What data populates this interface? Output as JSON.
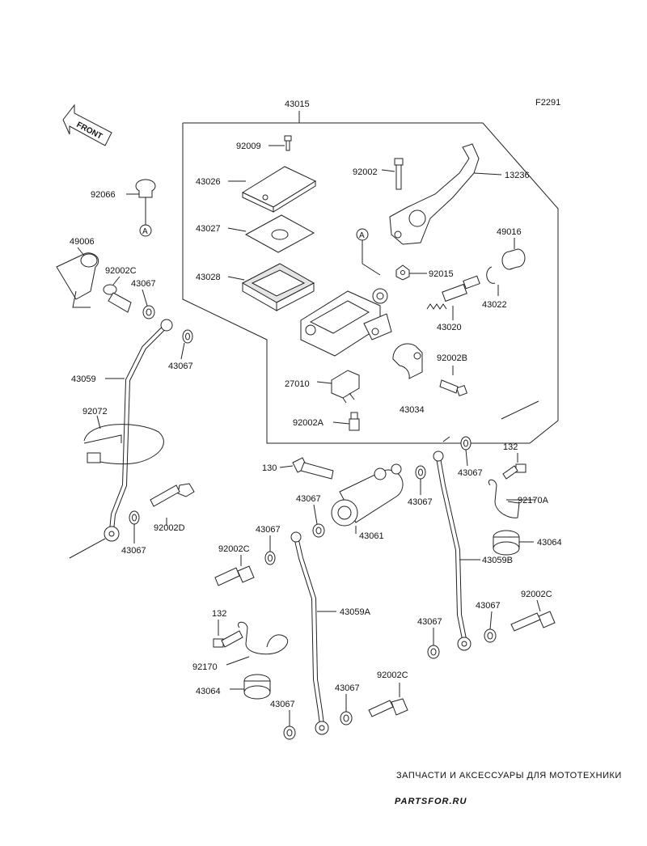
{
  "figure_code": "F2291",
  "front_label": "FRONT",
  "ref_marker": "A",
  "parts": {
    "p43015": "43015",
    "p92009": "92009",
    "p43026": "43026",
    "p43027": "43027",
    "p43028": "43028",
    "p92002": "92002",
    "p13236": "13236",
    "p49016": "49016",
    "p92015": "92015",
    "p43022": "43022",
    "p43020": "43020",
    "p92002B": "92002B",
    "p27010": "27010",
    "p43034": "43034",
    "p92002A": "92002A",
    "p92066": "92066",
    "p49006": "49006",
    "p92002C_a": "92002C",
    "p43067_a": "43067",
    "p43067_b": "43067",
    "p43059": "43059",
    "p92072": "92072",
    "p92002D": "92002D",
    "p43067_c": "43067",
    "p130": "130",
    "p43067_d": "43067",
    "p43061": "43061",
    "p43067_e": "43067",
    "p43067_f": "43067",
    "p132_a": "132",
    "p92170A": "92170A",
    "p43064_a": "43064",
    "p43059B": "43059B",
    "p43067_g": "43067",
    "p92002C_b": "92002C",
    "p43059A": "43059A",
    "p43067_h": "43067",
    "p43067_i": "43067",
    "p92002C_c": "92002C",
    "p132_b": "132",
    "p92170": "92170",
    "p43064_b": "43064",
    "p43067_j": "43067",
    "p43067_k": "43067",
    "p92002C_d": "92002C"
  },
  "watermark": {
    "tagline": "ЗАПЧАСТИ И АКСЕССУАРЫ ДЛЯ МОТОТЕХНИКИ",
    "logo": "PARTSFOR.RU"
  }
}
